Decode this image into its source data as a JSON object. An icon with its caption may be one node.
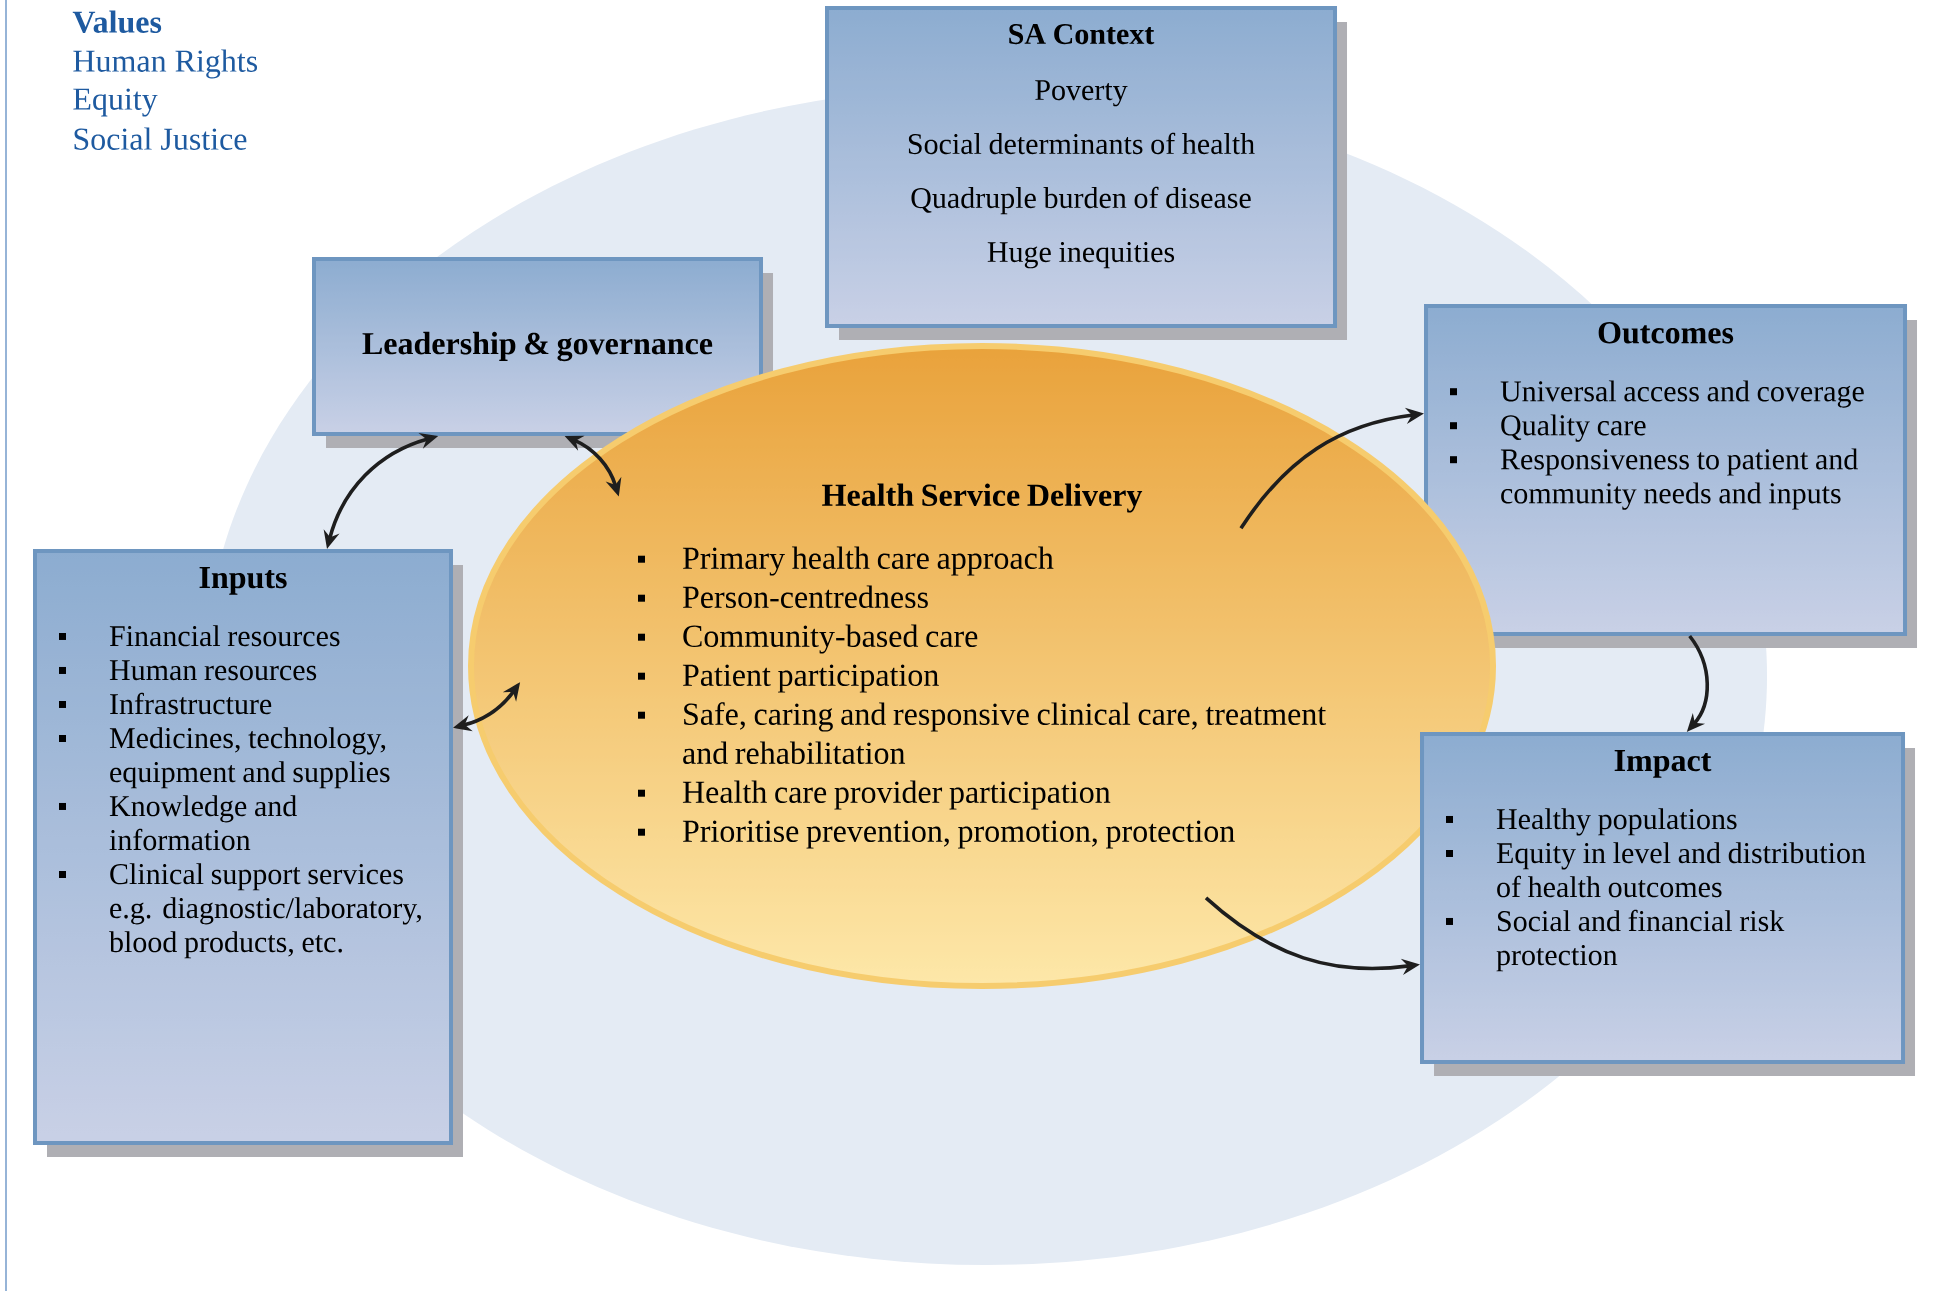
{
  "diagram": {
    "nodes": [
      {
        "text": [
          "SA Context",
          "Poverty",
          "Social determinants of health",
          "Quadruple burden of disease",
          "Huge inequities"
        ]
      },
      {
        "text": [
          "Leadership & governance"
        ]
      },
      {
        "text": [
          "Outcomes",
          "Universal access and coverage",
          "Quality care",
          "Responsiveness to patient and community needs and inputs"
        ]
      },
      {
        "text": [
          "Health Service Delivery",
          "Primary health care approach",
          "Person-centredness",
          "Community-based care",
          "Patient participation",
          "Safe, caring and responsive clinical care, treatment and rehabilitation",
          "Health care provider participation",
          "Prioritise prevention, promotion, protection"
        ]
      },
      {
        "text": [
          "Inputs",
          "Financial resources",
          "Human resources",
          "Infrastructure",
          "Medicines, technology, equipment and supplies",
          "Knowledge and information",
          "Clinical support services e.g. diagnostic/laboratory, blood products, etc."
        ]
      },
      {
        "text": [
          "Impact",
          "Healthy populations",
          "Equity in level and distribution of health outcomes",
          "Social and financial risk protection"
        ]
      }
    ],
    "edges": [
      {
        "from": 1,
        "to": 4,
        "arrow": "both"
      },
      {
        "from": 1,
        "to": 3,
        "arrow": "both"
      },
      {
        "from": 4,
        "to": 3,
        "arrow": "both"
      },
      {
        "from": 3,
        "to": 2,
        "arrow": "to"
      },
      {
        "from": 2,
        "to": 5,
        "arrow": "to"
      },
      {
        "from": 3,
        "to": 5,
        "arrow": "to"
      }
    ],
    "labels": [
      "Values",
      "Human Rights",
      "Equity",
      "Social Justice"
    ]
  }
}
